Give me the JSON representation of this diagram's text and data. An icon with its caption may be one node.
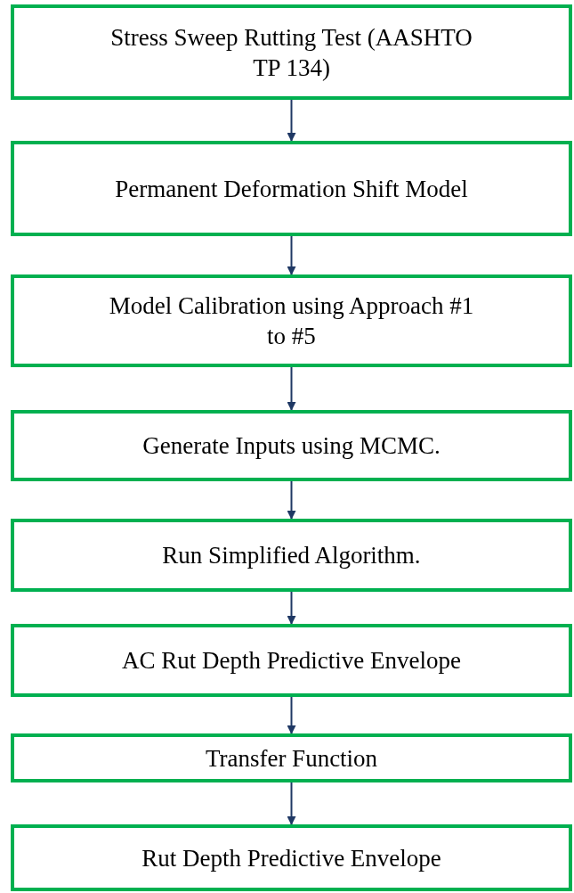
{
  "diagram": {
    "nodes": [
      {
        "text": [
          "Stress Sweep Rutting Test (AASHTO TP 134)"
        ]
      },
      {
        "text": [
          "Permanent Deformation Shift Model"
        ]
      },
      {
        "text": [
          "Model Calibration using Approach #1 to #5"
        ]
      },
      {
        "text": [
          "Generate Inputs using MCMC."
        ]
      },
      {
        "text": [
          "Run Simplified Algorithm."
        ]
      },
      {
        "text": [
          "AC Rut Depth Predictive Envelope"
        ]
      },
      {
        "text": [
          "Transfer Function"
        ]
      },
      {
        "text": [
          "Rut Depth Predictive Envelope"
        ]
      }
    ],
    "edges": [
      {
        "from": 0,
        "to": 1,
        "arrow": "to"
      },
      {
        "from": 1,
        "to": 2,
        "arrow": "to"
      },
      {
        "from": 2,
        "to": 3,
        "arrow": "to"
      },
      {
        "from": 3,
        "to": 4,
        "arrow": "to"
      },
      {
        "from": 4,
        "to": 5,
        "arrow": "to"
      },
      {
        "from": 5,
        "to": 6,
        "arrow": "to"
      },
      {
        "from": 6,
        "to": 7,
        "arrow": "to"
      }
    ]
  }
}
